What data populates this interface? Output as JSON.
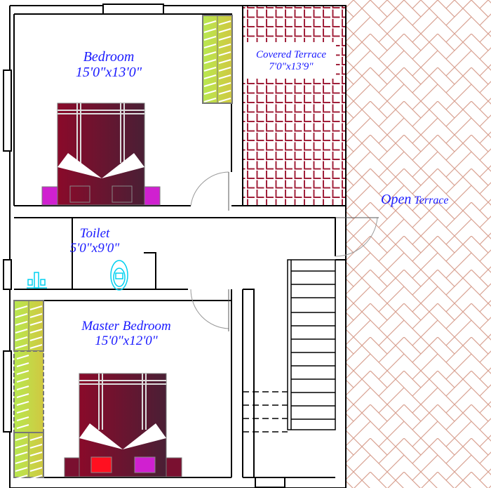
{
  "rooms": {
    "bedroom": {
      "name": "Bedroom",
      "size": "15'0\"x13'0\""
    },
    "covered_terrace": {
      "name": "Covered Terrace",
      "size": "7'0\"x13'9\""
    },
    "open_terrace": {
      "name_a": "Open",
      "name_b": "Terrace"
    },
    "toilet": {
      "name": "Toilet",
      "size": "5'0\"x9'0\""
    },
    "master_bedroom": {
      "name": "Master Bedroom",
      "size": "15'0\"x12'0\""
    }
  },
  "colors": {
    "label": "#1a1aff",
    "bed": "#7a1030",
    "wardrobe": "#c8e050",
    "covered_tile": "#a0203a",
    "open_tile": "#d8a090",
    "sanitary": "#00d0f0",
    "nightstand_bedroom": "#d020d0"
  }
}
